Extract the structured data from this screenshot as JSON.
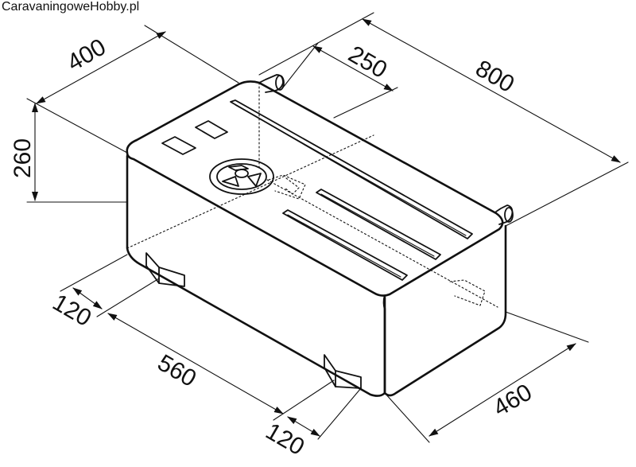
{
  "watermark": "CaravaningoweHobby.pl",
  "dimensions": {
    "width_top": "400",
    "depth_total": "800",
    "depth_inner": "250",
    "height": "260",
    "foot_offset_left": "120",
    "foot_spacing": "560",
    "foot_offset_bottom": "120",
    "width_bottom": "460"
  }
}
